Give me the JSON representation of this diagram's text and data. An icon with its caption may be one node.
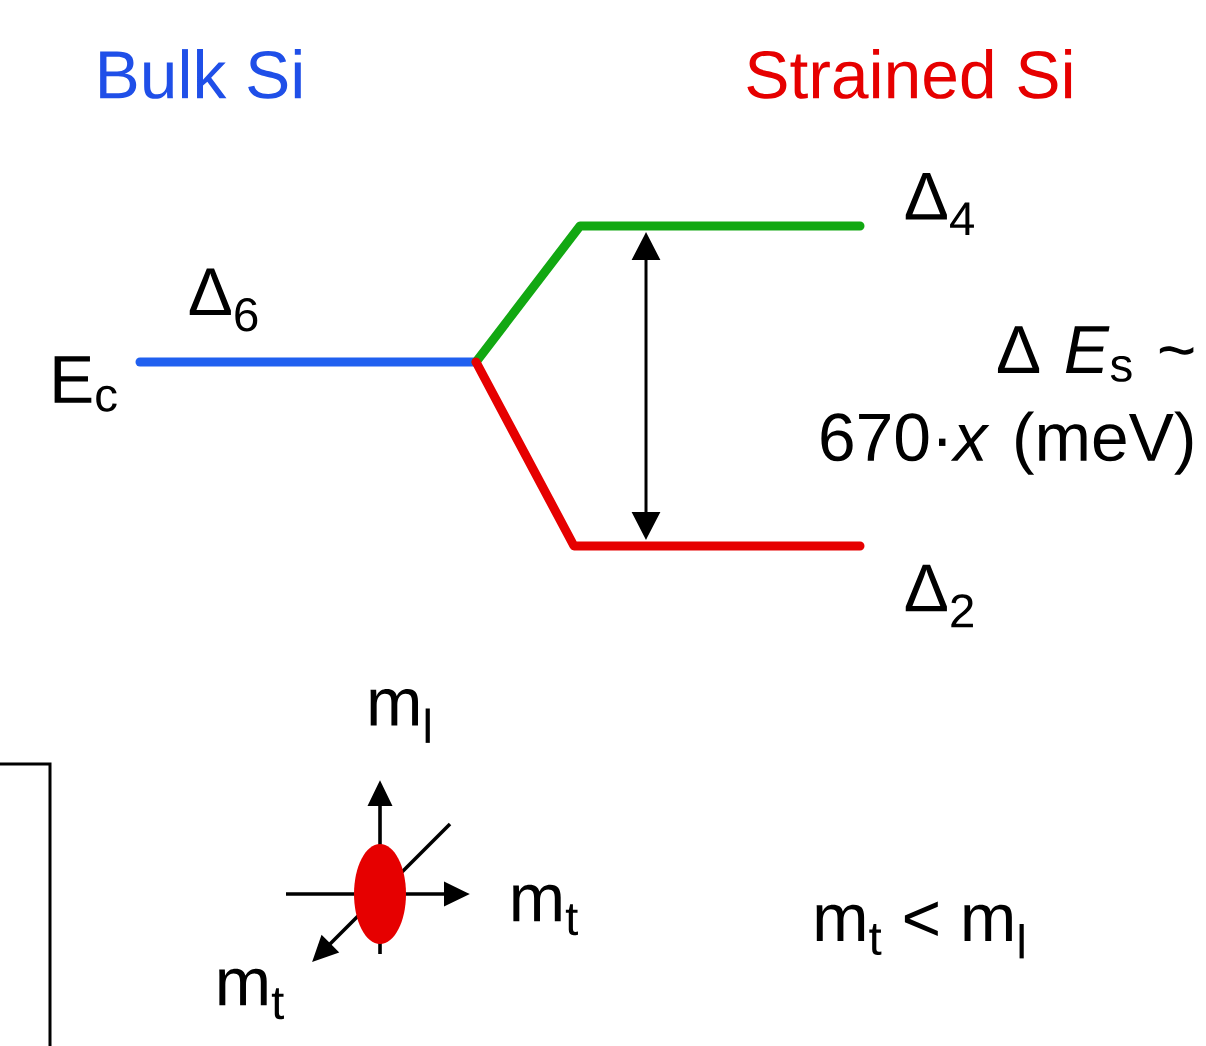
{
  "diagram": {
    "labels": [
      "Bulk Si",
      "Strained Si",
      "Δ$_{6}$",
      "E$_{c}$",
      "Δ$_{4}$",
      "Δ *E*$_{s}$ ~ 670·*x* (meV)",
      "Δ$_{2}$",
      "m$_{l}$",
      "m$_{t}$",
      "m$_{t}$",
      "m$_{t}$ < m$_{l}$"
    ]
  }
}
